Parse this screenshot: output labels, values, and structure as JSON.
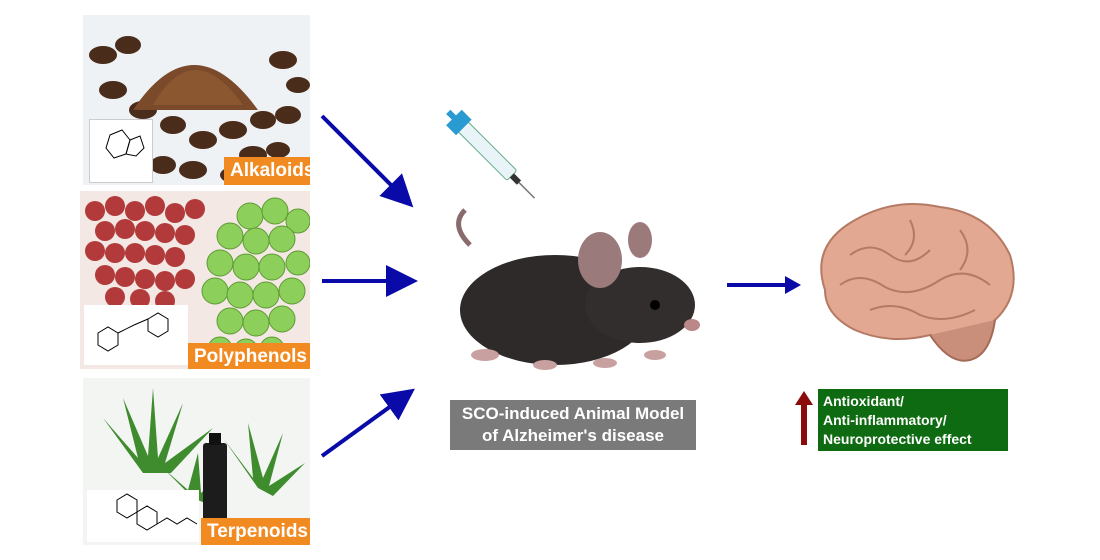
{
  "panels": [
    {
      "label": "Alkaloids",
      "subject": "coffee beans and ground coffee with caffeine structure"
    },
    {
      "label": "Polyphenols",
      "subject": "red and green grapes with resveratrol structure"
    },
    {
      "label": "Terpenoids",
      "subject": "cannabis leaves and oil bottle with cannabinoid structure"
    }
  ],
  "model": {
    "line1": "SCO-induced Animal Model",
    "line2": "of Alzheimer's disease"
  },
  "effect": {
    "line1": "Antioxidant/",
    "line2": "Anti-inflammatory/",
    "line3": "Neuroprotective effect"
  },
  "colors": {
    "arrow": "#0a0aa8",
    "up_arrow": "#8b0a0a",
    "label_orange": "#f28a22",
    "model_box": "#7a7a7a",
    "effect_box": "#0f6b12"
  }
}
